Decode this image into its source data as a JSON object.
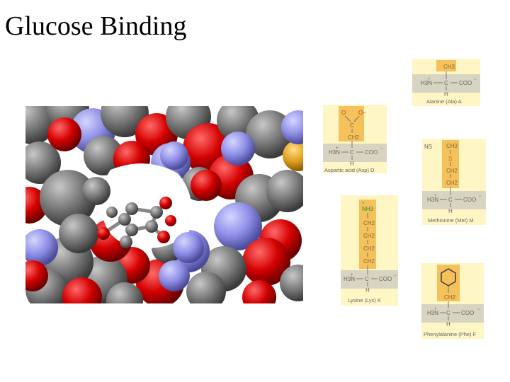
{
  "slide": {
    "title": "Glucose Binding"
  },
  "figure": {
    "alt": "space-filling model of glucose bound in a protein binding pocket",
    "atom_colors": {
      "carbon": "#7a7a7a",
      "oxygen": "#d40000",
      "nitrogen": "#8f8fe8",
      "sulfur": "#e0a020"
    }
  },
  "amino_acids": [
    {
      "name": "Alanine (Ala) A",
      "side_chain": [
        "CH3"
      ],
      "backbone": {
        "amine": "H3N",
        "alpha": "C",
        "carboxyl": "COO",
        "h": "H",
        "charge_pos": "+",
        "charge_neg": "−"
      }
    },
    {
      "name": "Aspartic acid (Asp) D",
      "side_chain": [
        "O",
        "O−",
        "C",
        "CH2"
      ],
      "backbone": {
        "amine": "H3N",
        "alpha": "C",
        "carboxyl": "COO",
        "h": "H",
        "charge_pos": "+",
        "charge_neg": "−"
      }
    },
    {
      "name": "Methionine (Met) M",
      "side_chain": [
        "CH3",
        "S",
        "CH2",
        "CH2"
      ],
      "tag": "NS",
      "backbone": {
        "amine": "H3N",
        "alpha": "C",
        "carboxyl": "COO",
        "h": "H",
        "charge_pos": "+",
        "charge_neg": "−"
      }
    },
    {
      "name": "Lysine (Lys) K",
      "side_chain": [
        "NH3",
        "CH2",
        "CH2",
        "CH2",
        "CH2"
      ],
      "side_charge": "+",
      "backbone": {
        "amine": "H3N",
        "alpha": "C",
        "carboxyl": "COO",
        "h": "H",
        "charge_pos": "+",
        "charge_neg": "−"
      }
    },
    {
      "name": "Phenylalanine (Phe) F",
      "side_chain": [
        "CH2"
      ],
      "backbone": {
        "amine": "H3N",
        "alpha": "C",
        "carboxyl": "COO",
        "h": "H",
        "charge_pos": "+",
        "charge_neg": "−"
      }
    }
  ]
}
